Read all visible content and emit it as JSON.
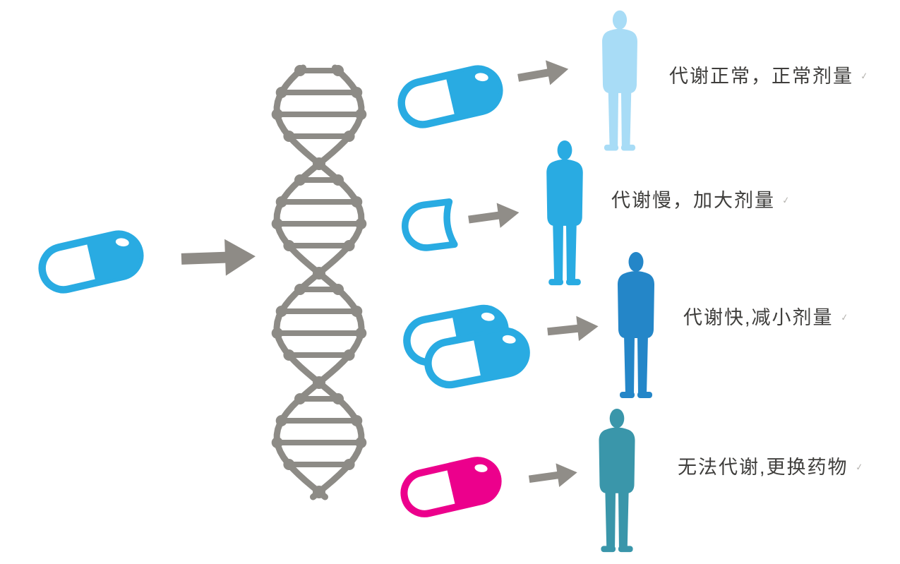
{
  "colors": {
    "background": "#ffffff",
    "capsule_blue": "#29abe2",
    "capsule_pink": "#ec008c",
    "arrow_gray": "#908d88",
    "big_arrow_gray": "#8e8b86",
    "dna_gray": "#8d8b86",
    "label_text": "#3f3e3c",
    "tick_gray": "#b7b5b1",
    "person_pale_blue": "#a8dcf6",
    "person_cyan": "#29abe2",
    "person_blue": "#2486c8",
    "person_teal": "#3a96aa"
  },
  "source": {
    "capsule_icon": "blue-capsule",
    "arrow_icon": "right-arrow",
    "dna_icon": "dna-double-helix"
  },
  "rows": [
    {
      "metabolism": "normal",
      "dose_icon": "one-blue-capsule",
      "label": "代谢正常，正常剂量",
      "tick": "✓"
    },
    {
      "metabolism": "slow",
      "dose_icon": "half-capsule-outline",
      "label": "代谢慢，加大剂量",
      "tick": "✓"
    },
    {
      "metabolism": "fast",
      "dose_icon": "two-blue-capsules",
      "label": "代谢快,减小剂量",
      "tick": "✓"
    },
    {
      "metabolism": "unable",
      "dose_icon": "pink-capsule-other-drug",
      "label": "无法代谢,更换药物",
      "tick": "✓"
    }
  ]
}
